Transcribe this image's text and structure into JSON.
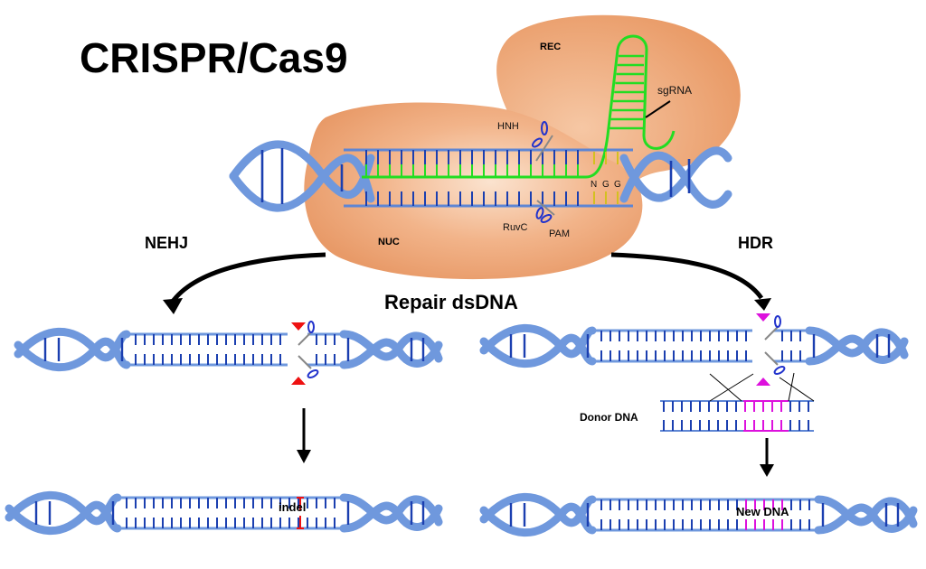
{
  "title": "CRISPR/Cas9",
  "cas9": {
    "rec_label": "REC",
    "nuc_label": "NUC",
    "sgrna_label": "sgRNA",
    "hnh_label": "HNH",
    "ruvc_label": "RuvC",
    "pam_label": "PAM",
    "pam_sequence": [
      "N",
      "G",
      "G"
    ]
  },
  "pathways": {
    "left_label": "NEHJ",
    "right_label": "HDR",
    "center_label": "Repair dsDNA"
  },
  "nhej": {
    "result_label": "indel"
  },
  "hdr": {
    "donor_label": "Donor DNA",
    "result_label": "New DNA"
  },
  "colors": {
    "protein": "#f0a878",
    "dna": "#6f98dd",
    "dna_rungs": "#1b3fb0",
    "sgrna": "#22dd22",
    "pam": "#d4c020",
    "nhej_marker": "#ee1111",
    "hdr_marker": "#dd11dd"
  }
}
